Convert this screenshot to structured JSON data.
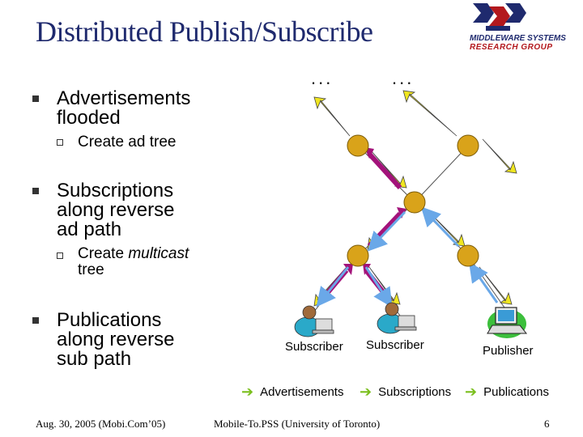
{
  "title": "Distributed Publish/Subscribe",
  "logo": {
    "line1": "MIDDLEWARE SYSTEMS",
    "line2": "RESEARCH GROUP"
  },
  "bullets": [
    {
      "text": "Advertisements flooded",
      "sub": [
        "Create ad tree"
      ]
    },
    {
      "text": "Subscriptions along reverse ad path",
      "sub": [
        "Create multicast tree"
      ]
    },
    {
      "text": "Publications along reverse sub path",
      "sub": []
    }
  ],
  "diagram": {
    "ellipsis": [
      "...",
      "..."
    ],
    "nodes": {
      "subscriber1": "Subscriber",
      "subscriber2": "Subscriber",
      "publisher": "Publisher"
    },
    "colors": {
      "advertisement": "#f0e620",
      "subscription": "#a3127a",
      "publication": "#6aa8e8",
      "node": "#d9a31a"
    }
  },
  "legend": [
    "Advertisements",
    "Subscriptions",
    "Publications"
  ],
  "legend_arrow_color": "#7bbf1e",
  "footer": {
    "left": "Aug. 30, 2005 (Mobi.Com’05)",
    "center": "Mobile-To.PSS (University of Toronto)",
    "page": "6"
  }
}
